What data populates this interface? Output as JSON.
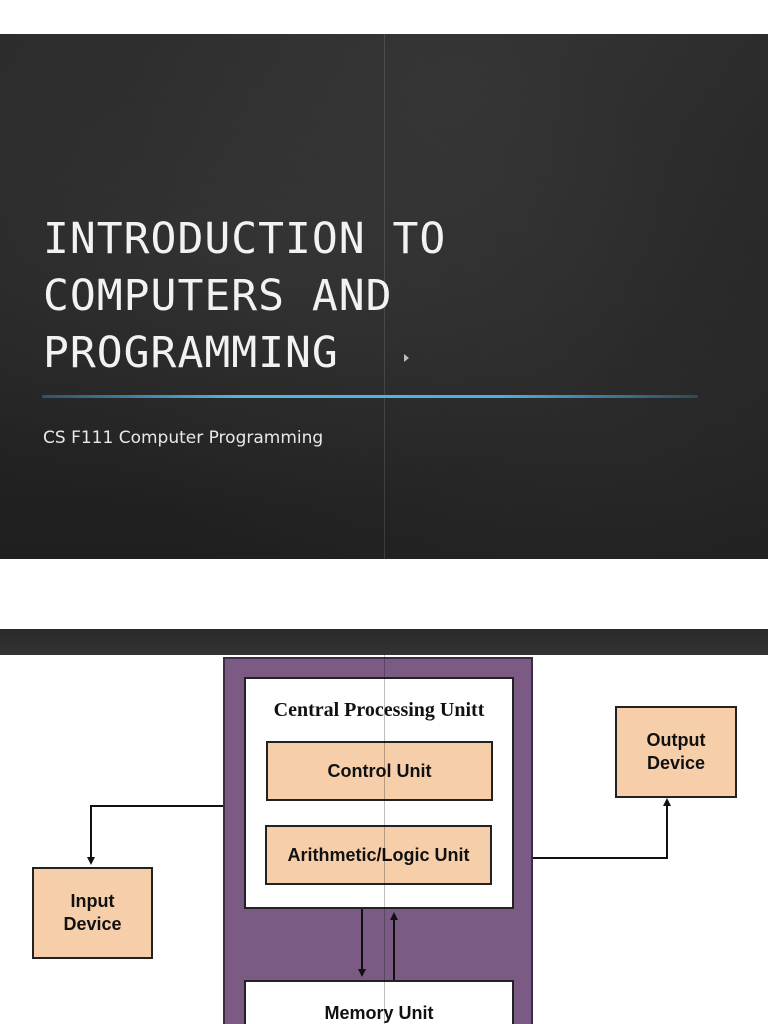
{
  "slide1": {
    "title_lines": [
      "INTRODUCTION TO",
      "COMPUTERS AND",
      "PROGRAMMING"
    ],
    "subtitle": "CS F111 Computer Programming"
  },
  "slide2": {
    "cpu_label": "Central Processing Unitt",
    "control_unit": "Control Unit",
    "alu": "Arithmetic/Logic Unit",
    "memory_unit": "Memory Unit",
    "output_device": [
      "Output",
      "Device"
    ],
    "input_device": [
      "Input",
      "Device"
    ]
  },
  "colors": {
    "chalkboard": "#262626",
    "accent_line": "#56b4e0",
    "cpu_frame": "#7b5b84",
    "unit_fill": "#f6cfaa"
  }
}
